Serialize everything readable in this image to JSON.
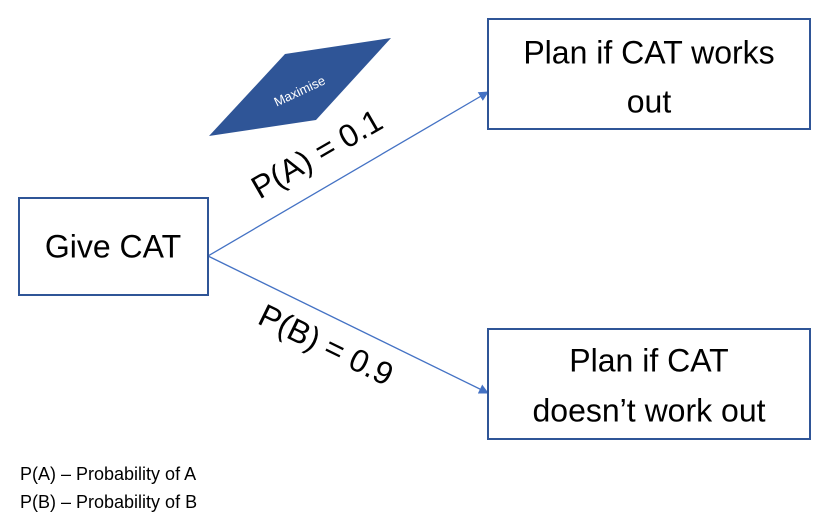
{
  "nodes": {
    "root": {
      "label": "Give CAT"
    },
    "outcome_a": {
      "label_line1": "Plan if CAT works",
      "label_line2": "out"
    },
    "outcome_b": {
      "label_line1": "Plan if CAT",
      "label_line2": "doesn’t work out"
    }
  },
  "edges": {
    "a": {
      "label": "P(A) = 0.1"
    },
    "b": {
      "label": "P(B) = 0.9"
    }
  },
  "tag": {
    "label": "Maximise",
    "color": "#2F5597"
  },
  "legend": {
    "line_a": "P(A) – Probability of A",
    "line_b": "P(B) – Probability of B"
  },
  "colors": {
    "box_border": "#2F5597",
    "arrow": "#4472C4",
    "tag_fill": "#2F5597"
  }
}
